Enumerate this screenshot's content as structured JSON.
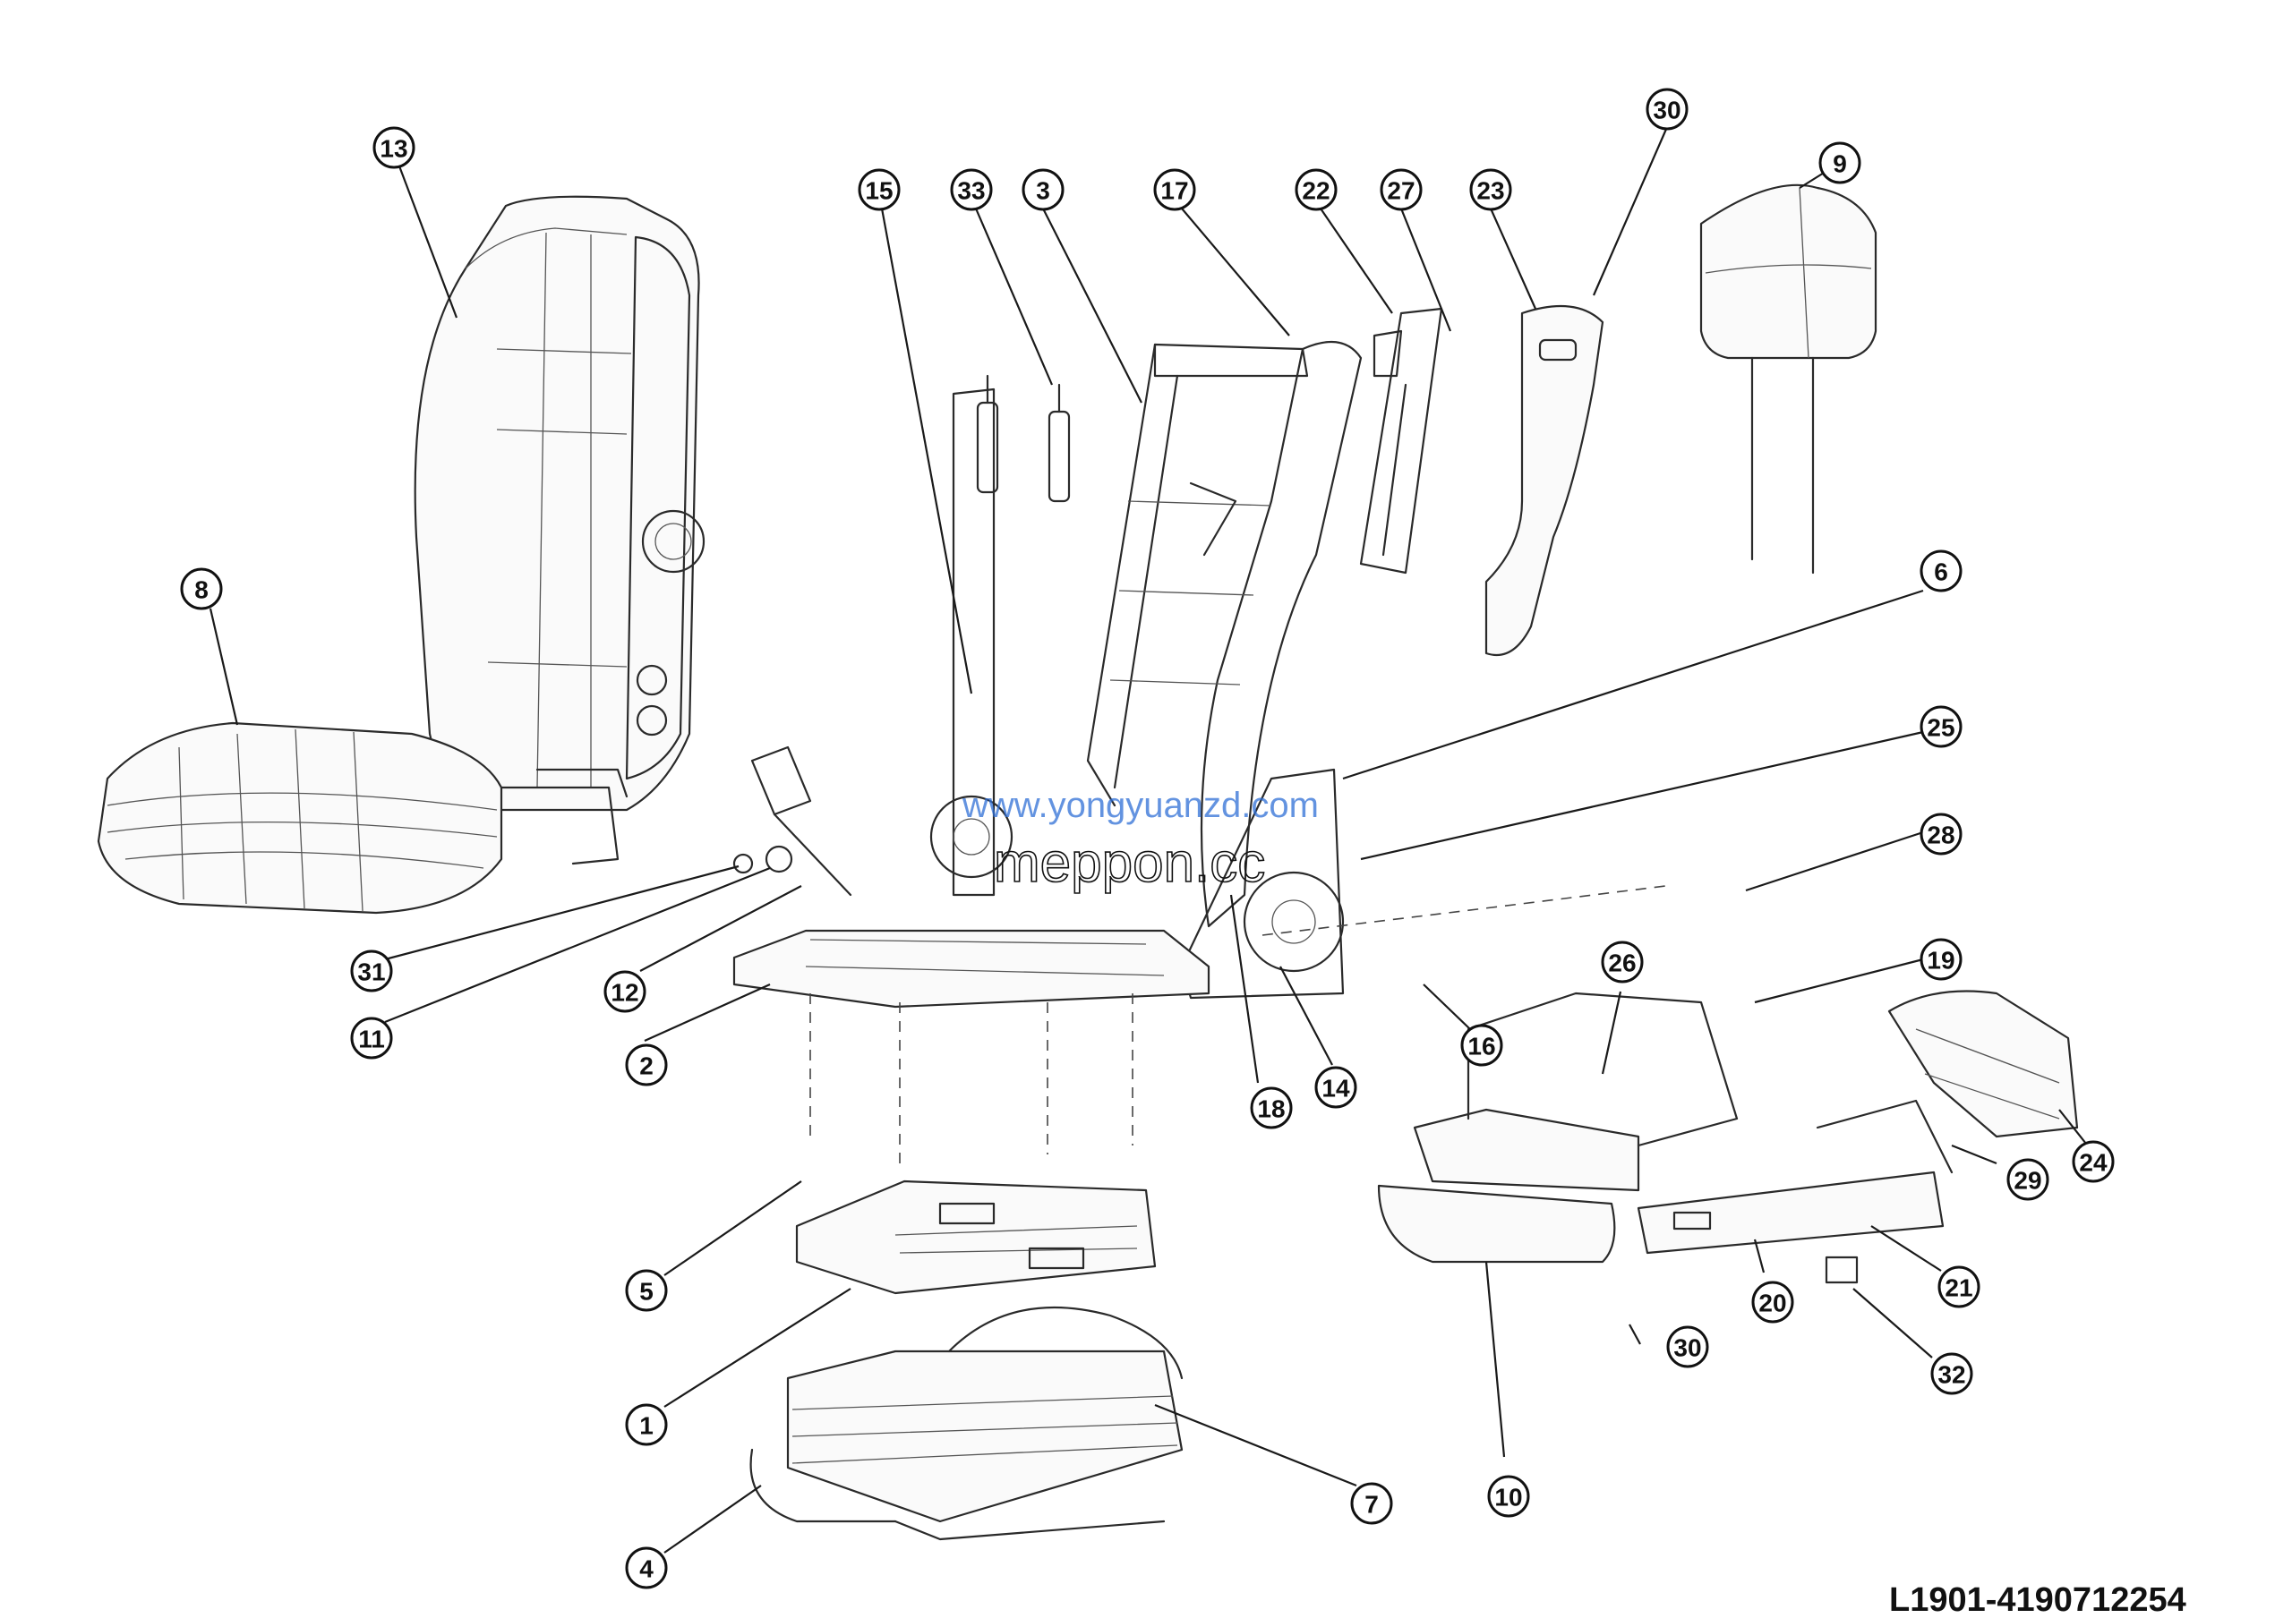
{
  "drawing_code": "L1901-4190712254",
  "watermarks": {
    "primary": "www.yongyuanzd.com",
    "secondary": "meppon.cc"
  },
  "callouts": [
    {
      "id": "c1",
      "label": "1"
    },
    {
      "id": "c2",
      "label": "2"
    },
    {
      "id": "c3",
      "label": "3"
    },
    {
      "id": "c4",
      "label": "4"
    },
    {
      "id": "c5",
      "label": "5"
    },
    {
      "id": "c6",
      "label": "6"
    },
    {
      "id": "c7",
      "label": "7"
    },
    {
      "id": "c8",
      "label": "8"
    },
    {
      "id": "c9",
      "label": "9"
    },
    {
      "id": "c10",
      "label": "10"
    },
    {
      "id": "c11",
      "label": "11"
    },
    {
      "id": "c12",
      "label": "12"
    },
    {
      "id": "c13",
      "label": "13"
    },
    {
      "id": "c14",
      "label": "14"
    },
    {
      "id": "c15",
      "label": "15"
    },
    {
      "id": "c16",
      "label": "16"
    },
    {
      "id": "c17",
      "label": "17"
    },
    {
      "id": "c18",
      "label": "18"
    },
    {
      "id": "c19",
      "label": "19"
    },
    {
      "id": "c20",
      "label": "20"
    },
    {
      "id": "c21",
      "label": "21"
    },
    {
      "id": "c22",
      "label": "22"
    },
    {
      "id": "c23",
      "label": "23"
    },
    {
      "id": "c24",
      "label": "24"
    },
    {
      "id": "c25",
      "label": "25"
    },
    {
      "id": "c26",
      "label": "26"
    },
    {
      "id": "c27",
      "label": "27"
    },
    {
      "id": "c28",
      "label": "28"
    },
    {
      "id": "c29",
      "label": "29"
    },
    {
      "id": "c30a",
      "label": "30"
    },
    {
      "id": "c30b",
      "label": "30"
    },
    {
      "id": "c31",
      "label": "31"
    },
    {
      "id": "c32",
      "label": "32"
    },
    {
      "id": "c33",
      "label": "33"
    }
  ]
}
